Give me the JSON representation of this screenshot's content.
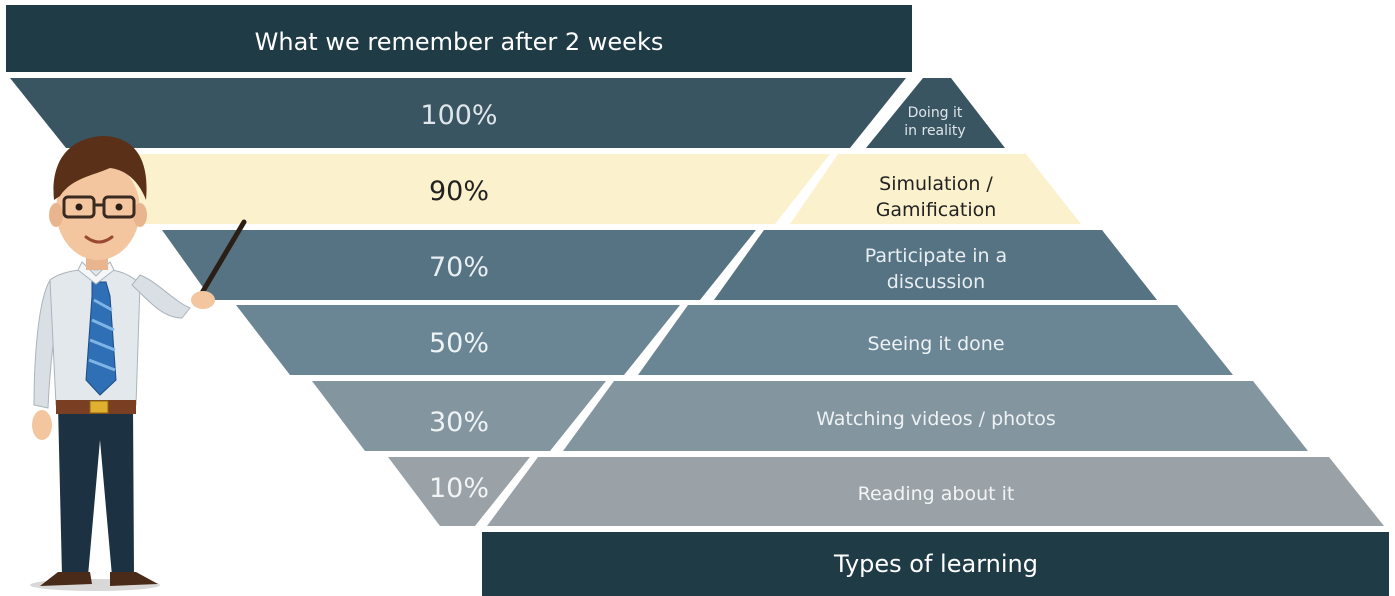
{
  "header": {
    "title": "What we remember after 2 weeks"
  },
  "footer": {
    "title": "Types of learning"
  },
  "levels": [
    {
      "percent": "100%",
      "type_lines": [
        "Doing it",
        "in reality"
      ],
      "color": "#3a5562",
      "text_color": "#dfe6ea",
      "highlight": false
    },
    {
      "percent": "90%",
      "type_lines": [
        "Simulation /",
        "Gamification"
      ],
      "color": "#fcf1cd",
      "text_color": "#222222",
      "highlight": true
    },
    {
      "percent": "70%",
      "type_lines": [
        "Participate in a",
        "discussion"
      ],
      "color": "#557383",
      "text_color": "#e8eef1",
      "highlight": false
    },
    {
      "percent": "50%",
      "type_lines": [
        "Seeing it done"
      ],
      "color": "#6a8594",
      "text_color": "#edf2f4",
      "highlight": false
    },
    {
      "percent": "30%",
      "type_lines": [
        "Watching videos / photos"
      ],
      "color": "#83969f",
      "text_color": "#eef2f4",
      "highlight": false
    },
    {
      "percent": "10%",
      "type_lines": [
        "Reading about it"
      ],
      "color": "#9aa2a8",
      "text_color": "#f2f4f5",
      "highlight": false
    }
  ],
  "colors": {
    "dark_banner": "#1f3b46",
    "banner_text": "#ffffff"
  },
  "illustration": {
    "name": "teacher-with-pointer"
  }
}
